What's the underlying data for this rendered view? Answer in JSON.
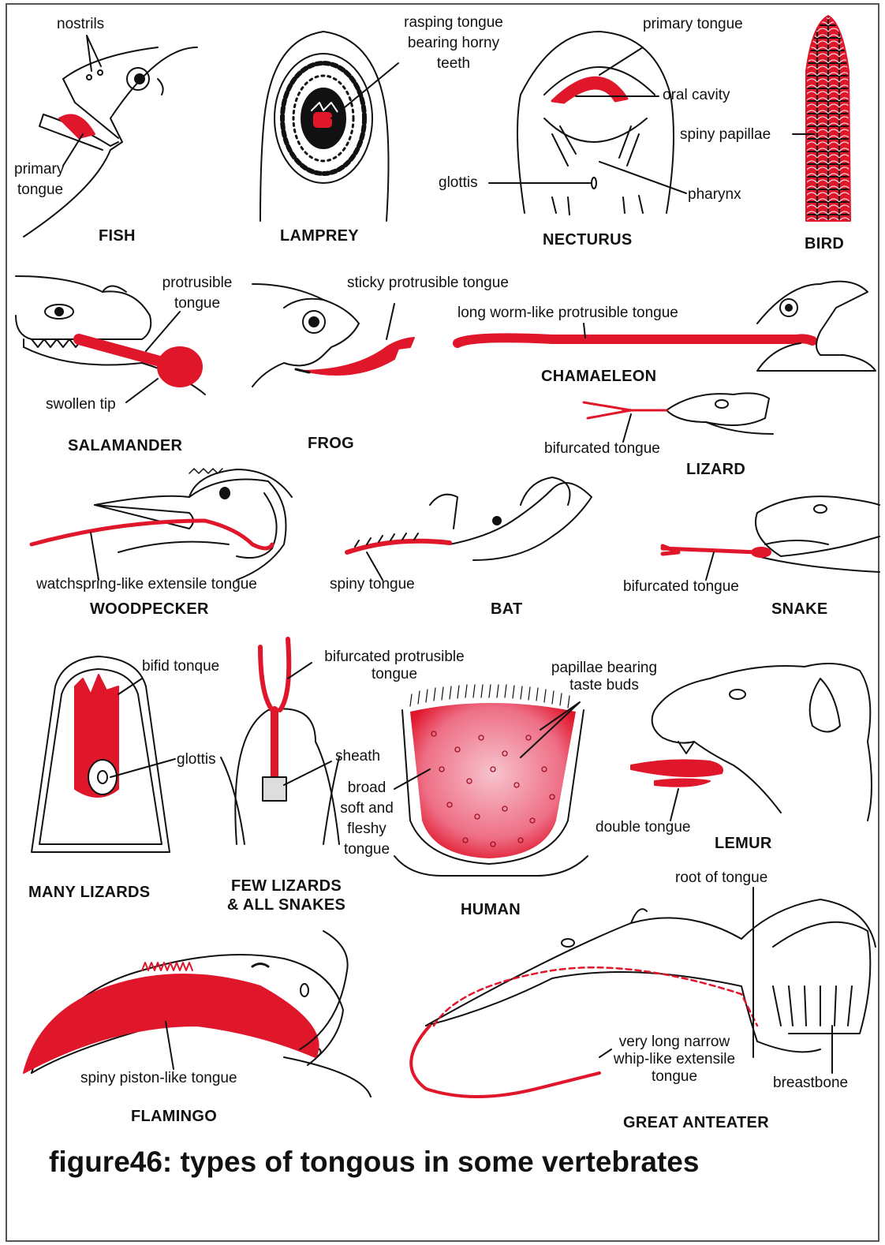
{
  "caption": "figure46: types of tongous in some vertebrates",
  "colors": {
    "tongue": "#e0162b",
    "ink": "#111111",
    "papilla": "#f4a0b0"
  },
  "animals": {
    "fish": {
      "name": "FISH",
      "labels": {
        "nostrils": "nostrils",
        "primary_tongue_1": "primary",
        "primary_tongue_2": "tongue"
      }
    },
    "lamprey": {
      "name": "LAMPREY",
      "labels": {
        "rasping_1": "rasping tongue",
        "rasping_2": "bearing horny",
        "rasping_3": "teeth"
      }
    },
    "necturus": {
      "name": "NECTURUS",
      "labels": {
        "primary_tongue": "primary tongue",
        "oral_cavity": "oral cavity",
        "glottis": "glottis",
        "pharynx": "pharynx"
      }
    },
    "bird": {
      "name": "BIRD",
      "labels": {
        "spiny_papillae": "spiny papillae"
      }
    },
    "salamander": {
      "name": "SALAMANDER",
      "labels": {
        "protrusible_1": "protrusible",
        "protrusible_2": "tongue",
        "swollen_tip": "swollen tip"
      }
    },
    "frog": {
      "name": "FROG",
      "labels": {
        "sticky": "sticky protrusible tongue"
      }
    },
    "chamaeleon": {
      "name": "CHAMAELEON",
      "labels": {
        "worm": "long worm-like protrusible tongue"
      }
    },
    "lizard": {
      "name": "LIZARD",
      "labels": {
        "bifurcated": "bifurcated tongue"
      }
    },
    "woodpecker": {
      "name": "WOODPECKER",
      "labels": {
        "watchspring": "watchspring-like extensile tongue"
      }
    },
    "bat": {
      "name": "BAT",
      "labels": {
        "spiny": "spiny tongue"
      }
    },
    "snake": {
      "name": "SNAKE",
      "labels": {
        "bifurcated": "bifurcated tongue"
      }
    },
    "many_lizards": {
      "name": "MANY LIZARDS",
      "labels": {
        "bifid": "bifid tonque",
        "glottis": "glottis"
      }
    },
    "few_lizards": {
      "name_1": "FEW LIZARDS",
      "name_2": "& ALL SNAKES",
      "labels": {
        "bifurcated_1": "bifurcated protrusible",
        "bifurcated_2": "tongue",
        "sheath": "sheath"
      }
    },
    "human": {
      "name": "HUMAN",
      "labels": {
        "papillae_1": "papillae bearing",
        "papillae_2": "taste buds",
        "broad_1": "broad",
        "broad_2": "soft and",
        "broad_3": "fleshy",
        "broad_4": "tongue"
      }
    },
    "lemur": {
      "name": "LEMUR",
      "labels": {
        "double": "double tongue"
      }
    },
    "flamingo": {
      "name": "FLAMINGO",
      "labels": {
        "spiny_piston": "spiny piston-like tongue"
      }
    },
    "anteater": {
      "name": "GREAT ANTEATER",
      "labels": {
        "root": "root of tongue",
        "whip_1": "very long narrow",
        "whip_2": "whip-like extensile",
        "whip_3": "tongue",
        "breastbone": "breastbone"
      }
    }
  }
}
